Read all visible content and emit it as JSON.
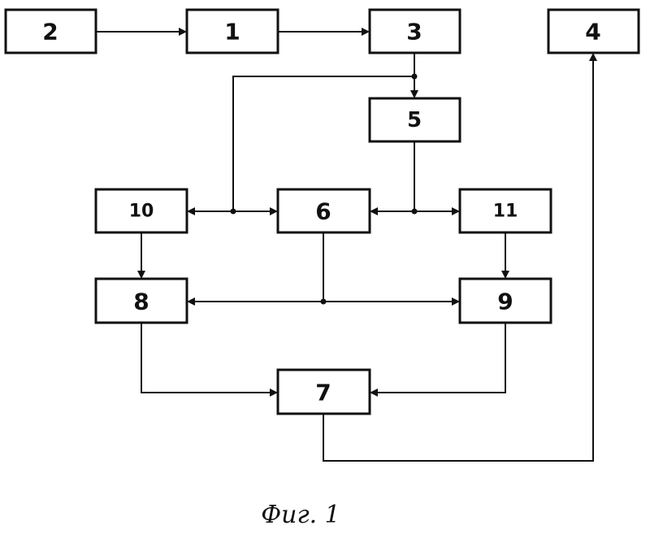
{
  "blocks": {
    "b1": "1",
    "b2": "2",
    "b3": "3",
    "b4": "4",
    "b5": "5",
    "b6": "6",
    "b7": "7",
    "b8": "8",
    "b9": "9",
    "b10": "10",
    "b11": "11"
  },
  "caption": "Фиг. 1",
  "colors": {
    "ink": "#111111",
    "background": "#ffffff"
  }
}
